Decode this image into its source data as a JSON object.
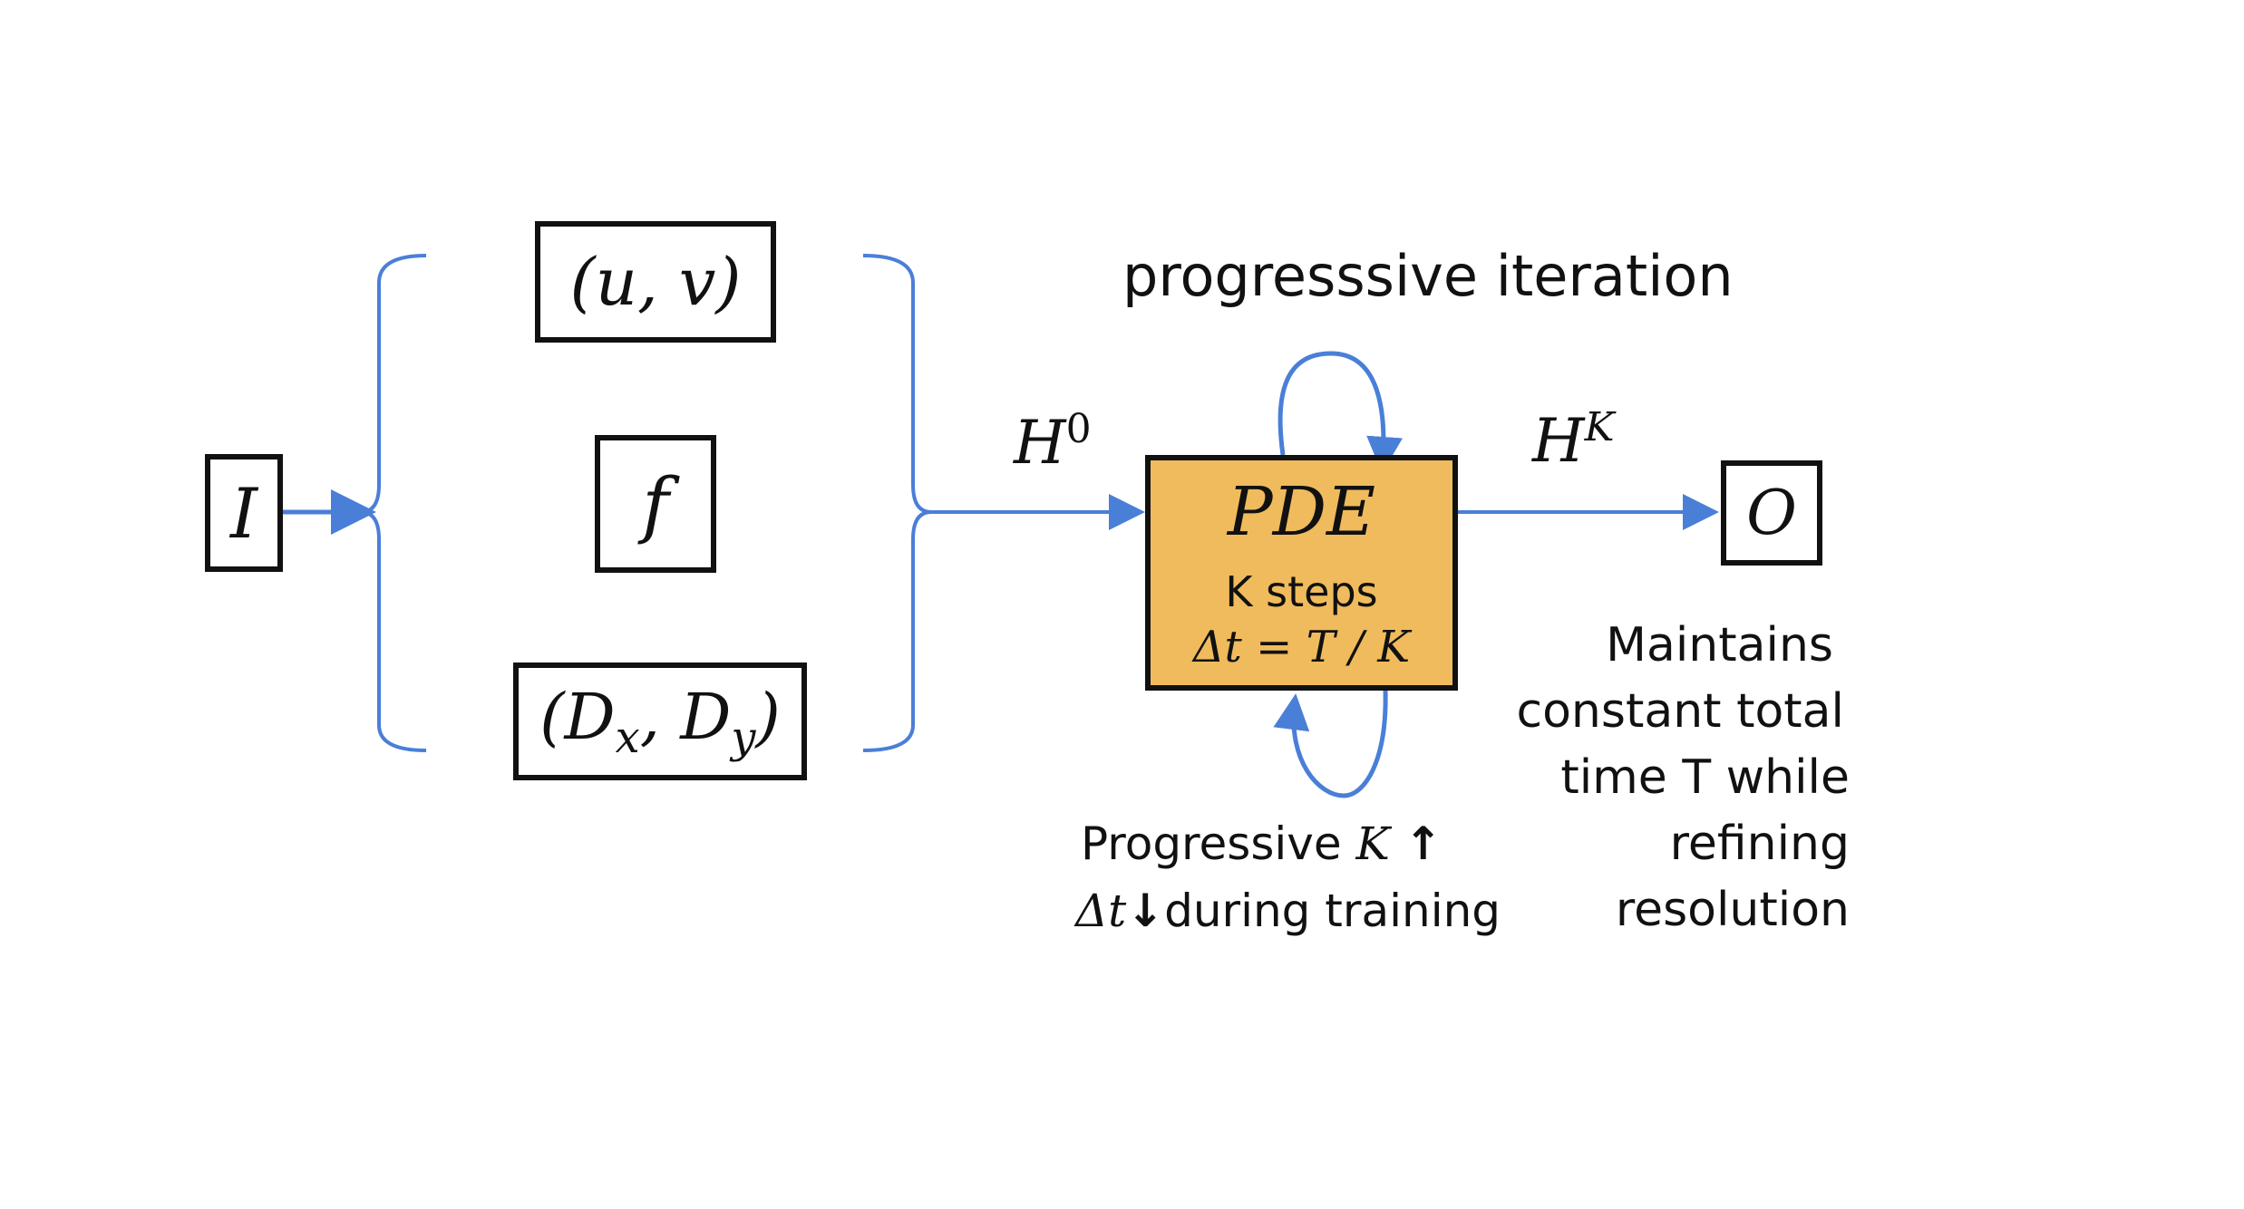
{
  "inputs": {
    "image": "I",
    "flow": "(u, v)",
    "feature": "f",
    "diffusion": "(D",
    "diffusion_sub_x": "x",
    "diffusion_comma": ", D",
    "diffusion_sub_y": "y",
    "diffusion_close": ")"
  },
  "edges": {
    "initial_state": "H",
    "initial_sup": "0",
    "final_state": "H",
    "final_sup": "K"
  },
  "pde": {
    "title": "PDE",
    "steps": "K steps",
    "dt_formula": "Δt = T / K"
  },
  "output": "O",
  "loop": {
    "title": "progresssive iteration",
    "progressive_prefix": "Progressive ",
    "progressive_var": "K",
    "progressive_arrow": "↑",
    "dt_line_var": "Δt",
    "dt_line_arrow": "↓",
    "dt_line_suffix": "during training"
  },
  "note": {
    "lines": [
      "Maintains",
      "constant total",
      "time T while",
      "refining",
      "resolution"
    ]
  },
  "colors": {
    "connector": "#4a7fd8",
    "pde_fill": "#f0bb5c",
    "border": "#111111"
  }
}
